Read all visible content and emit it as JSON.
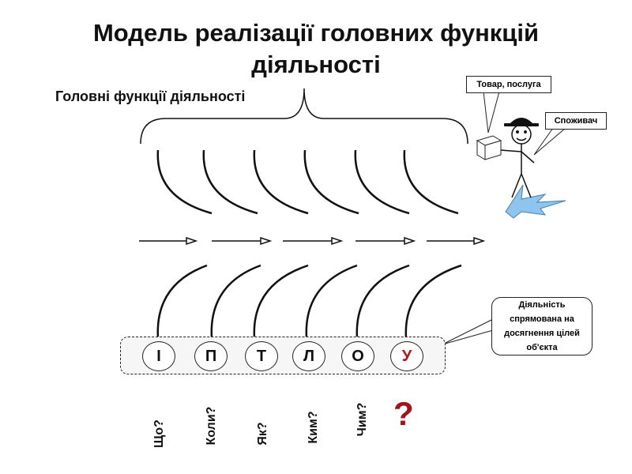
{
  "title": "Модель реалізації головних функцій діяльності",
  "title_line1": "Модель реалізації головних функцій",
  "title_line2": "діяльності",
  "subtitle": "Головні функції діяльності",
  "callouts": {
    "product": "Товар, послуга",
    "consumer": "Споживач",
    "activity_lines": [
      "Діяльність",
      "спрямована на",
      "досягнення цілей",
      "об'єкта"
    ]
  },
  "functions": [
    {
      "letter": "І",
      "question": "Що?"
    },
    {
      "letter": "П",
      "question": "Коли?"
    },
    {
      "letter": "Т",
      "question": "Як?"
    },
    {
      "letter": "Л",
      "question": "Ким?"
    },
    {
      "letter": "О",
      "question": "Чим?"
    },
    {
      "letter": "У",
      "question": "?"
    }
  ],
  "colors": {
    "accent_red": "#b0141c",
    "stroke": "#111111",
    "ground": "#8ec5ef"
  },
  "icons": [
    "box-icon",
    "stick-figure-icon",
    "hat-icon",
    "lightning-ground-icon"
  ]
}
